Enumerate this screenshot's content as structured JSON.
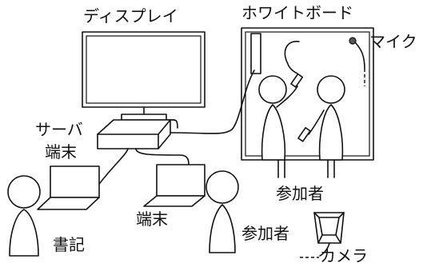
{
  "labels": {
    "display": "ディスプレイ",
    "whiteboard": "ホワイトボード",
    "mic": "マイク",
    "server": "サーバ",
    "terminal_1": "端末",
    "terminal_2": "端末",
    "participants_1": "参加者",
    "participants_2": "参加者",
    "scribe": "書記",
    "camera": "カメラ"
  },
  "icons": [
    "monitor-icon",
    "whiteboard-icon",
    "microphone-icon",
    "server-icon",
    "laptop-icon",
    "person-icon",
    "camera-icon",
    "marker-icon",
    "eraser-icon"
  ]
}
